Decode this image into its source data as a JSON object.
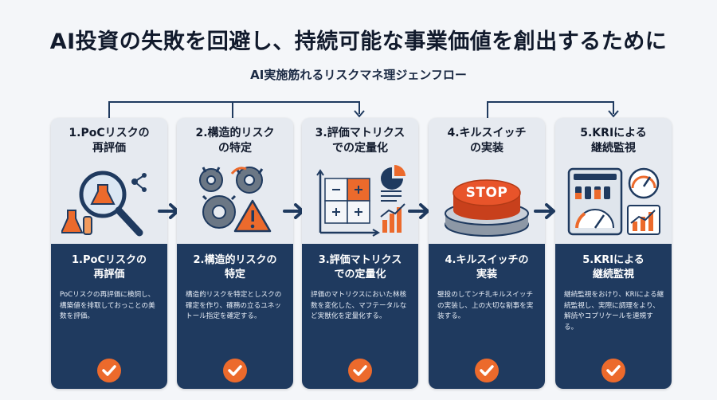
{
  "header": {
    "title": "AI投資の失敗を回避し、持続可能な事業価値を創出するために",
    "subtitle": "AI実施筋れるリスクマネ理ジェンフロー"
  },
  "colors": {
    "navy": "#1f3a5f",
    "orange": "#ec6a2c",
    "card_top": "#e6eaf0",
    "background": "#f4f6f9"
  },
  "steps": [
    {
      "top_title": "1.PoCリスクの\n再評価",
      "bottom_title": "1.PoCリスクの\n再評価",
      "description": "PoCリスクの再評価に検詞し、構築値を排取しておっことの美数を評価。",
      "icon": "magnifier-flask-icon"
    },
    {
      "top_title": "2.構造的リスク\nの特定",
      "bottom_title": "2.構造的リスクの\n特定",
      "description": "構造的リスクを特定としスクの確定を作り、確務の立るユネットール指定を確定する。",
      "icon": "gears-warning-icon"
    },
    {
      "top_title": "3.評価マトリクス\nでの定量化",
      "bottom_title": "3.評価マトリクス\nでの定量化",
      "description": "評価のマトリクスにおいた林核数を変化した、マフテータルなど実獣化を定量化する。",
      "icon": "matrix-chart-icon"
    },
    {
      "top_title": "4.キルスイッチ\nの実装",
      "bottom_title": "4.キルスイッチの\n実装",
      "description": "璧投のしてンチ扎キルスイッチの実装し、上の大切な割事を実装する。",
      "icon": "stop-button-icon",
      "button_label": "STOP"
    },
    {
      "top_title": "5.KRIによる\n継続監視",
      "bottom_title": "5.KRIによる\n継続監視",
      "description": "継続監視をおけり、KRIによる継続監視し、実際に調理をより、解読やコプリケールを連規する。",
      "icon": "dashboard-gauge-icon"
    }
  ]
}
